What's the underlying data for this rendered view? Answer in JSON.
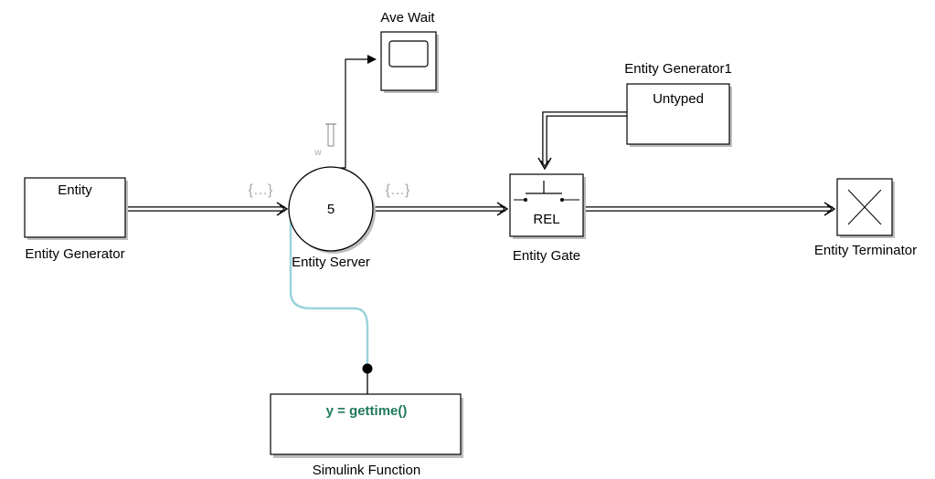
{
  "diagram": {
    "blocks": {
      "entity_generator": {
        "label": "Entity Generator",
        "inner_text": "Entity"
      },
      "entity_server": {
        "label": "Entity Server",
        "inner_text": "5",
        "port_text": "w"
      },
      "ave_wait": {
        "label": "Ave Wait"
      },
      "entity_generator1": {
        "label": "Entity Generator1",
        "inner_text": "Untyped"
      },
      "entity_gate": {
        "label": "Entity Gate",
        "inner_text": "REL"
      },
      "entity_terminator": {
        "label": "Entity Terminator"
      },
      "simulink_function": {
        "label": "Simulink Function",
        "inner_text": "y = gettime()"
      }
    },
    "signal_badges": [
      "{…}",
      "{…}"
    ],
    "colors": {
      "function_text": "#1f7a5a",
      "function_link": "#9ad3dc",
      "block_shadow": "#bdbdbd",
      "port_gray": "#a7a7a7"
    }
  }
}
